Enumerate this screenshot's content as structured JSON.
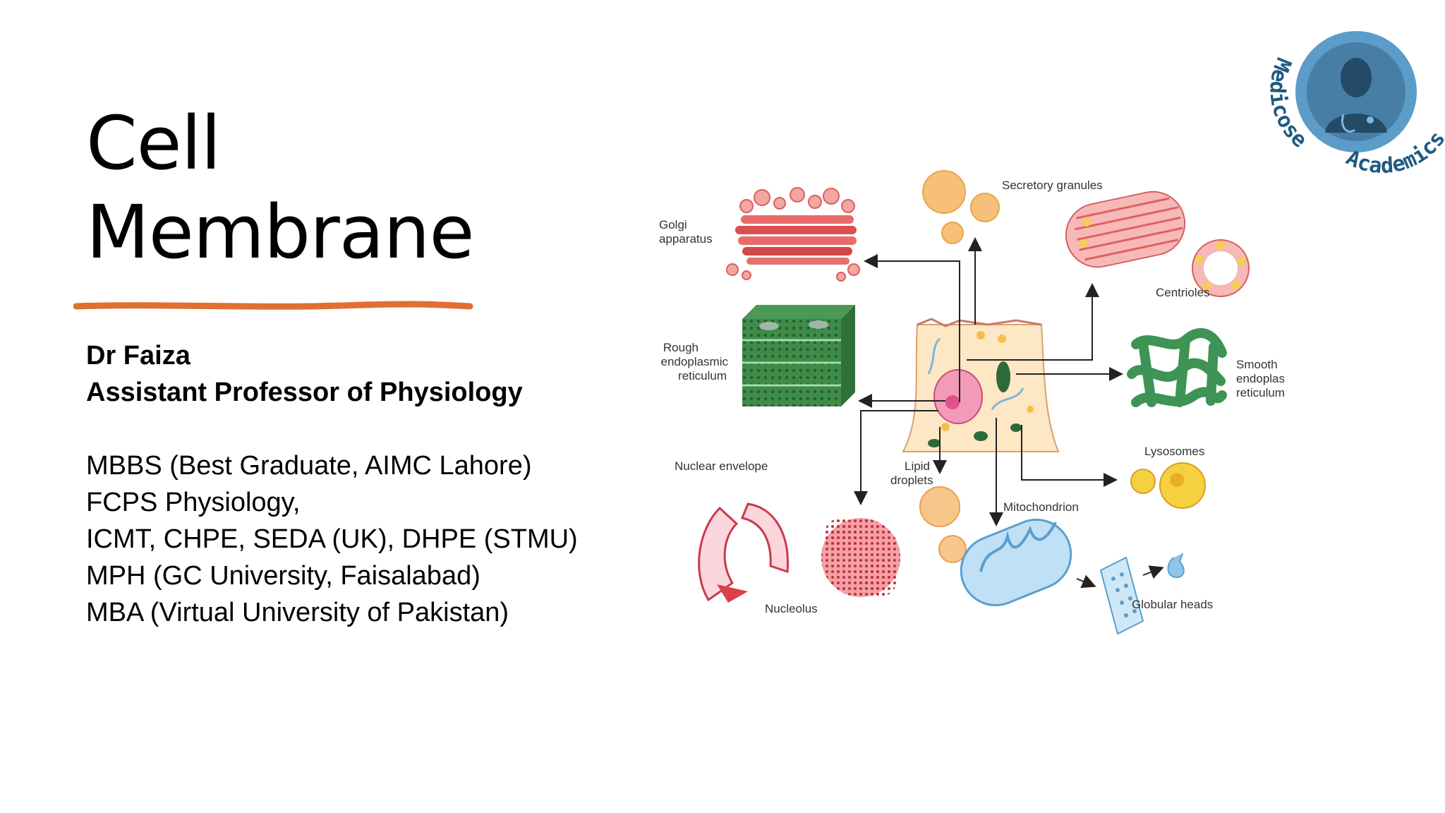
{
  "slide": {
    "title_line1": "Cell",
    "title_line2": "Membrane",
    "author_name": "Dr Faiza",
    "author_role": "Assistant Professor of Physiology",
    "qualifications": [
      "MBBS (Best Graduate, AIMC Lahore)",
      "FCPS Physiology,",
      "ICMT, CHPE, SEDA (UK), DHPE (STMU)",
      "MPH (GC University, Faisalabad)",
      "MBA (Virtual University of Pakistan)"
    ],
    "accent_color": "#e07030"
  },
  "logo": {
    "text_left": "Medicose",
    "text_right": "Academics",
    "color": "#1e5a80"
  },
  "diagram": {
    "labels": {
      "golgi_1": "Golgi",
      "golgi_2": "apparatus",
      "secretory": "Secretory granules",
      "centrioles": "Centrioles",
      "rough_1": "Rough",
      "rough_2": "endoplasmic",
      "rough_3": "reticulum",
      "smooth_1": "Smooth",
      "smooth_2": "endoplasmic",
      "smooth_3": "reticulum",
      "nuclear_envelope": "Nuclear envelope",
      "lipid_1": "Lipid",
      "lipid_2": "droplets",
      "lysosomes": "Lysosomes",
      "mitochondrion": "Mitochondrion",
      "nucleolus": "Nucleolus",
      "globular_heads": "Globular heads"
    }
  }
}
